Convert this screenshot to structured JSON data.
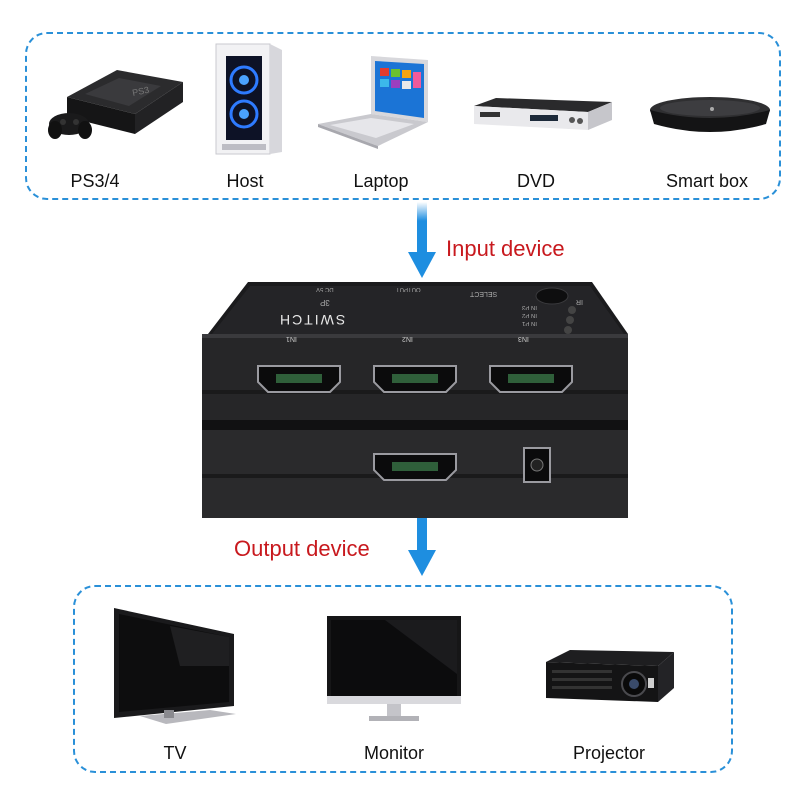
{
  "input_devices": [
    {
      "label": "PS3/4",
      "icon": "game-console-icon"
    },
    {
      "label": "Host",
      "icon": "pc-tower-icon"
    },
    {
      "label": "Laptop",
      "icon": "laptop-icon"
    },
    {
      "label": "DVD",
      "icon": "dvd-player-icon"
    },
    {
      "label": "Smart box",
      "icon": "set-top-box-icon"
    }
  ],
  "output_devices": [
    {
      "label": "TV",
      "icon": "tv-icon"
    },
    {
      "label": "Monitor",
      "icon": "monitor-icon"
    },
    {
      "label": "Projector",
      "icon": "projector-icon"
    }
  ],
  "flow": {
    "input_label": "Input device",
    "output_label": "Output device"
  },
  "switch": {
    "name": "SWITCH",
    "model": "3P",
    "select_label": "SELECT",
    "output_label": "OUTPUT",
    "power_label": "DC 5V",
    "indicator_labels": [
      "IR",
      "IN P1",
      "IN P2",
      "IN P3"
    ],
    "port_labels": [
      "IN1",
      "IN2",
      "IN3"
    ]
  },
  "colors": {
    "panel_border": "#2a90d8",
    "arrow": "#1e8ee0",
    "flow_text": "#c8191e",
    "device_body": "#1c1c1e"
  }
}
